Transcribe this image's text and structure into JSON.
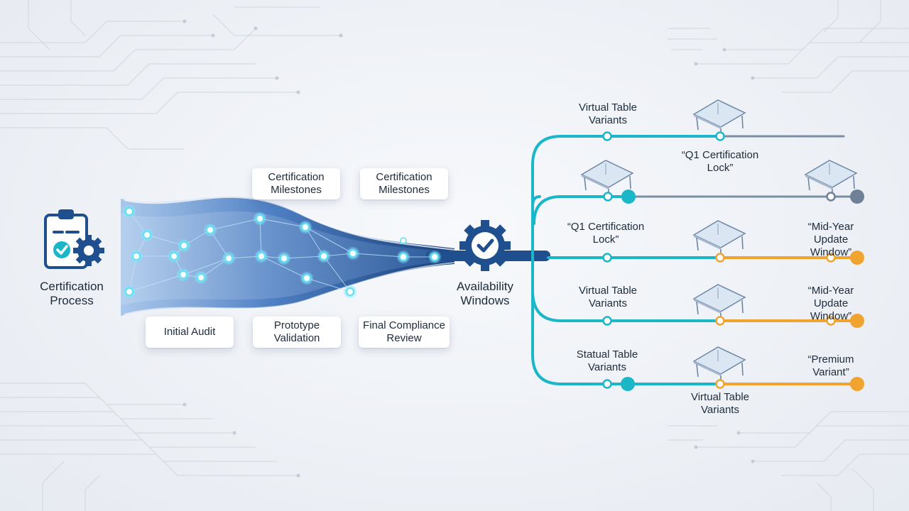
{
  "left_node": {
    "title": "Certification\nProcess",
    "icon": "clipboard-gear-icon"
  },
  "process_cards": {
    "milestone_1": "Certification\nMilestones",
    "milestone_2": "Certification\nMilestones",
    "initial_audit": "Initial Audit",
    "prototype_validation": "Prototype\nValidation",
    "final_review": "Final Compliance\nReview"
  },
  "hub": {
    "title": "Availability\nWindows",
    "icon": "gear-check-icon"
  },
  "tracks": [
    {
      "labels": [
        "Virtual Table\nVariants",
        "“Q1 Certification\nLock”"
      ]
    },
    {
      "labels": []
    },
    {
      "labels": [
        "“Q1 Certification\nLock”",
        "“Mid-Year Update\nWindow”"
      ]
    },
    {
      "labels": [
        "Virtual Table\nVariants",
        "“Mid-Year Update\nWindow”"
      ]
    },
    {
      "labels": [
        "Statual Table\nVariants",
        "“Premium Variant”",
        "Virtual Table\nVariants"
      ]
    }
  ],
  "colors": {
    "flow_dark": "#1f4f8f",
    "flow_light": "#8fb2df",
    "teal": "#1bb7c9",
    "orange": "#f0a32e",
    "slate": "#6f8197",
    "node_glow": "#5fe0f5"
  }
}
